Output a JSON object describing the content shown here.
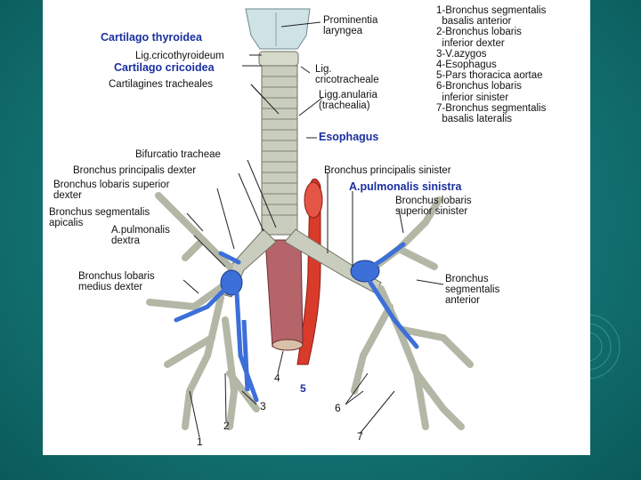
{
  "colors": {
    "background": "#137373",
    "panel": "#ffffff",
    "label_blue": "#1a2fa0",
    "trachea": "#c9cdbd",
    "cartilage": "#cfe3e6",
    "artery": "#3c6fd8",
    "aorta": "#d93b2b",
    "esophagus": "#b5656a"
  },
  "labels": {
    "prominentia": "Prominentia\nlaryngea",
    "cartilago_thyroidea": "Cartilago thyroidea",
    "lig_cricothyroideum": "Lig.cricothyroideum",
    "cartilago_cricoidea": "Cartilago cricoidea",
    "lig_cricotracheale": "Lig.\ncricotracheale",
    "cartilagines_tracheales": "Cartilagines tracheales",
    "ligg_anularia": "Ligg.anularia\n(trachealia)",
    "esophagus": "Esophagus",
    "bifurcatio": "Bifurcatio tracheae",
    "bronchus_principalis_dexter": "Bronchus principalis dexter",
    "bronchus_principalis_sinister": "Bronchus principalis sinister",
    "bronchus_lobaris_superior_dexter": "Bronchus lobaris superior\ndexter",
    "a_pulmonalis_sinistra": "A.pulmonalis sinistra",
    "bronchus_segmentalis_apicalis": "Bronchus segmentalis\napicalis",
    "bronchus_lobaris_superior_sinister": "Bronchus lobaris\nsuperior sinister",
    "a_pulmonalis_dextra": "A.pulmonalis\ndextra",
    "bronchus_lobaris_medius_dexter": "Bronchus lobaris\nmedius dexter",
    "bronchus_segmentalis_anterior": "Bronchus\nsegmentalis\nanterior"
  },
  "legend": [
    "1-Bronchus segmentalis\n  basalis anterior",
    "2-Bronchus lobaris\n  inferior dexter",
    "3-V.azygos",
    "4-Esophagus",
    "5-Pars thoracica aortae",
    "6-Bronchus lobaris\n  inferior sinister",
    "7-Bronchus segmentalis\n  basalis lateralis"
  ],
  "numbers": {
    "n1": "1",
    "n2": "2",
    "n3": "3",
    "n4": "4",
    "n5": "5",
    "n6": "6",
    "n7": "7"
  },
  "icons": [
    "concentric-circles-icon"
  ]
}
